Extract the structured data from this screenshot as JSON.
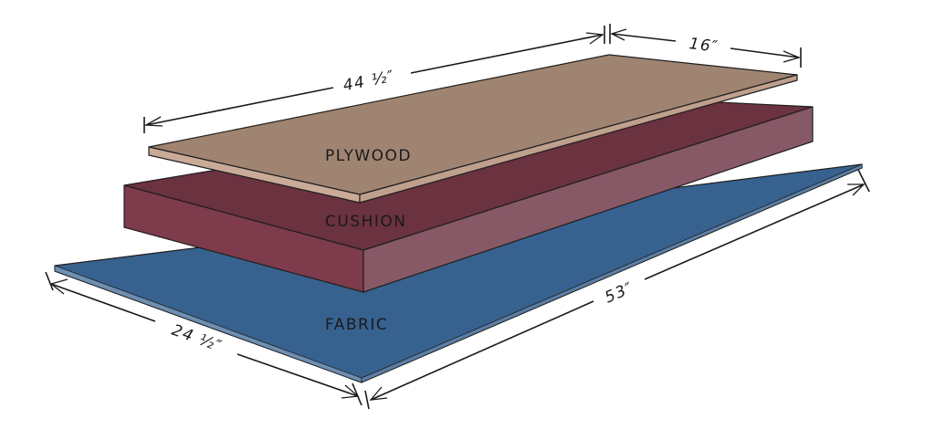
{
  "layers": {
    "plywood": {
      "label": "PLYWOOD",
      "top_color": "#a08472",
      "edge_color": "#c9ab98"
    },
    "cushion": {
      "label": "CUSHION",
      "top_color": "#6b3240",
      "front_color": "#7d3b4b",
      "side_color": "#875866"
    },
    "fabric": {
      "label": "FABRIC",
      "top_color": "#37628f",
      "edge_color": "#6e8fb1"
    }
  },
  "dimensions": {
    "plywood_length": "44 ½″",
    "plywood_width": "16″",
    "fabric_length": "53″",
    "fabric_width": "24 ½″"
  }
}
